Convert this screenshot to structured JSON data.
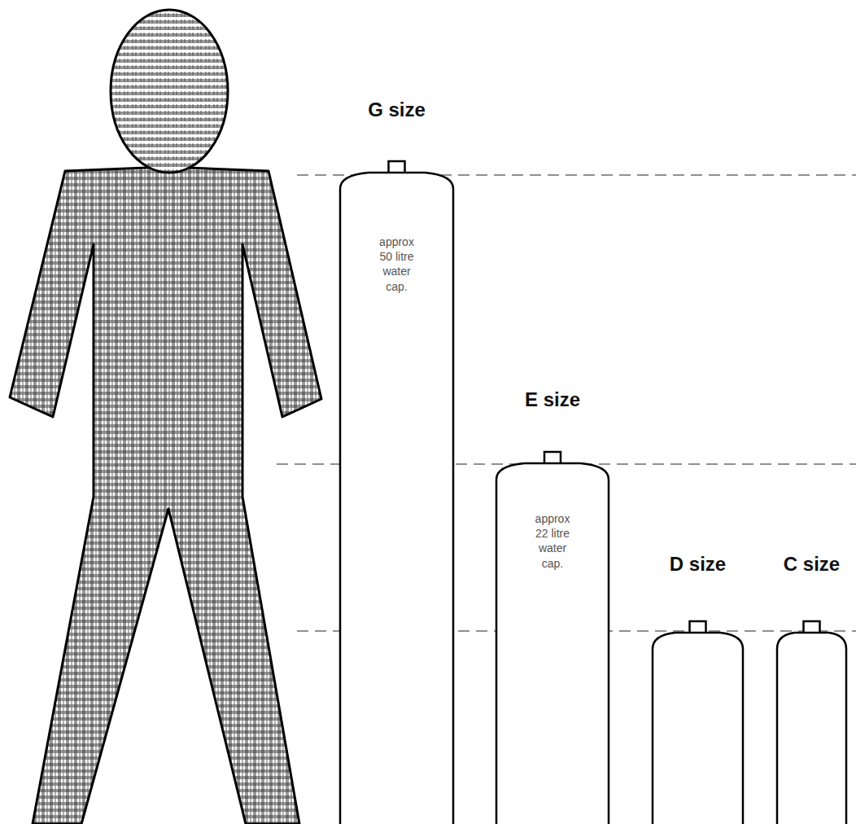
{
  "diagram": {
    "nodes": [
      {
        "text": [
          "G size",
          "approx 50 litre water cap."
        ]
      },
      {
        "text": [
          "E size",
          "approx 22 litre water cap."
        ]
      },
      {
        "text": [
          "D size"
        ]
      },
      {
        "text": [
          "C size"
        ]
      }
    ]
  }
}
